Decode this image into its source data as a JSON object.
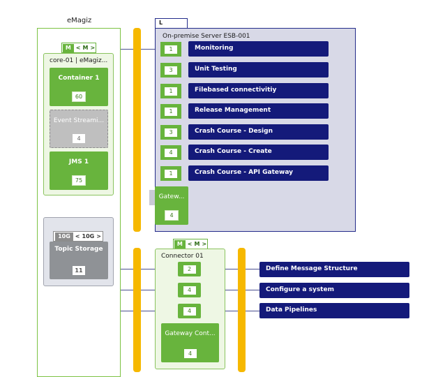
{
  "emagiz": {
    "title": "eMagiz",
    "size": {
      "from": "M",
      "to": "M"
    },
    "core": {
      "label": "core-01 | eMagiz...",
      "cards": [
        {
          "title": "Container 1",
          "value": "60"
        },
        {
          "title": "Event Streami...",
          "value": "4"
        },
        {
          "title": "JMS 1",
          "value": "75"
        }
      ]
    },
    "storage": {
      "size": {
        "from": "10G",
        "to": "10G"
      },
      "card": {
        "title": "Topic Storage",
        "value": "11"
      }
    }
  },
  "server": {
    "tab": "L",
    "title": "On-premise Server ESB-001",
    "flows": [
      {
        "count": "1",
        "label": "Monitoring"
      },
      {
        "count": "3",
        "label": "Unit Testing"
      },
      {
        "count": "1",
        "label": "Filebased connectivitiy"
      },
      {
        "count": "1",
        "label": "Release Management"
      },
      {
        "count": "3",
        "label": "Crash Course - Design"
      },
      {
        "count": "4",
        "label": "Crash Course - Create"
      },
      {
        "count": "1",
        "label": "Crash Course - API Gateway"
      }
    ],
    "gateway": {
      "title": "Gatew...",
      "value": "4"
    }
  },
  "connector": {
    "size": {
      "from": "M",
      "to": "M"
    },
    "title": "Connector 01",
    "flows": [
      {
        "count": "2",
        "label": "Define Message Structure"
      },
      {
        "count": "4",
        "label": "Configure a system"
      },
      {
        "count": "4",
        "label": "Data Pipelines"
      }
    ],
    "gateway": {
      "title": "Gateway Cont...",
      "value": "4"
    }
  },
  "colors": {
    "green": "#68b43d",
    "navy": "#141a7a",
    "bus": "#f6b800",
    "server_bg": "#d8d9e7"
  }
}
